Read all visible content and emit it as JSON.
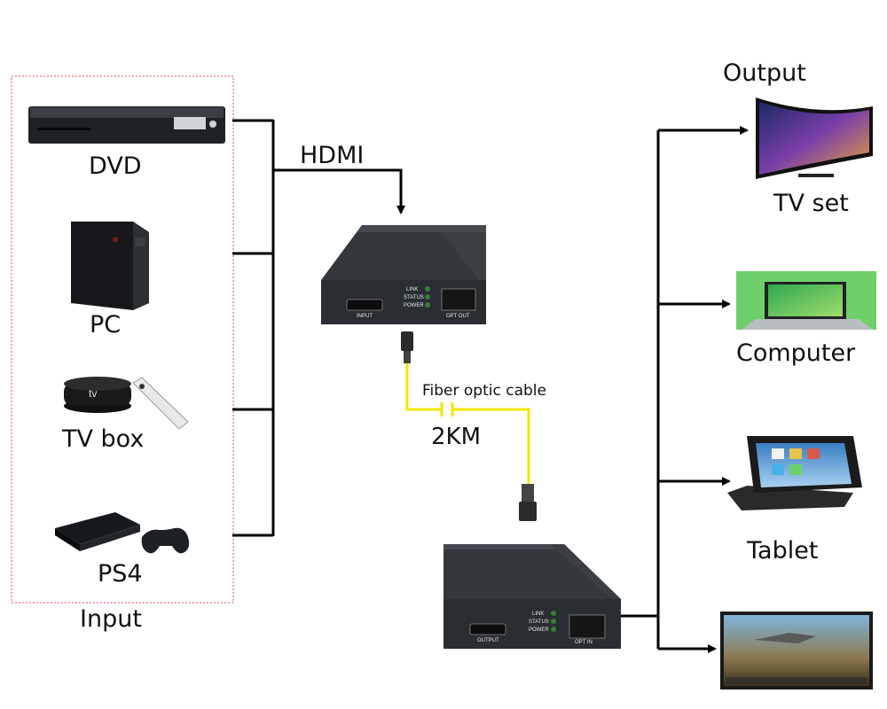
{
  "title_output": "Output",
  "group_input_label": "Input",
  "signal_label": "HDMI",
  "cable_label": "Fiber optic cable",
  "distance_label": "2KM",
  "sources": [
    {
      "name": "DVD",
      "icon": "dvd-player-icon"
    },
    {
      "name": "PC",
      "icon": "pc-tower-icon"
    },
    {
      "name": "TV box",
      "icon": "tv-box-icon"
    },
    {
      "name": "PS4",
      "icon": "ps4-console-icon"
    }
  ],
  "transmitter": {
    "leds": [
      "LINK",
      "STATUS",
      "POWER"
    ],
    "port_hdmi": "INPUT",
    "port_fiber": "OPT OUT"
  },
  "receiver": {
    "leds": [
      "LINK",
      "STATUS",
      "POWER"
    ],
    "port_hdmi": "OUTPUT",
    "port_fiber": "OPT IN"
  },
  "outputs": [
    {
      "name": "TV set",
      "icon": "curved-tv-icon"
    },
    {
      "name": "Computer",
      "icon": "laptop-icon"
    },
    {
      "name": "Tablet",
      "icon": "tablet-icon"
    },
    {
      "name": "",
      "icon": "monitor-display-icon"
    }
  ],
  "colors": {
    "line": "#000000",
    "fiber_cable": "#f2e600",
    "input_border": "#e05050",
    "device_body": "#2a2e32",
    "led_green": "#3a7a3a"
  }
}
